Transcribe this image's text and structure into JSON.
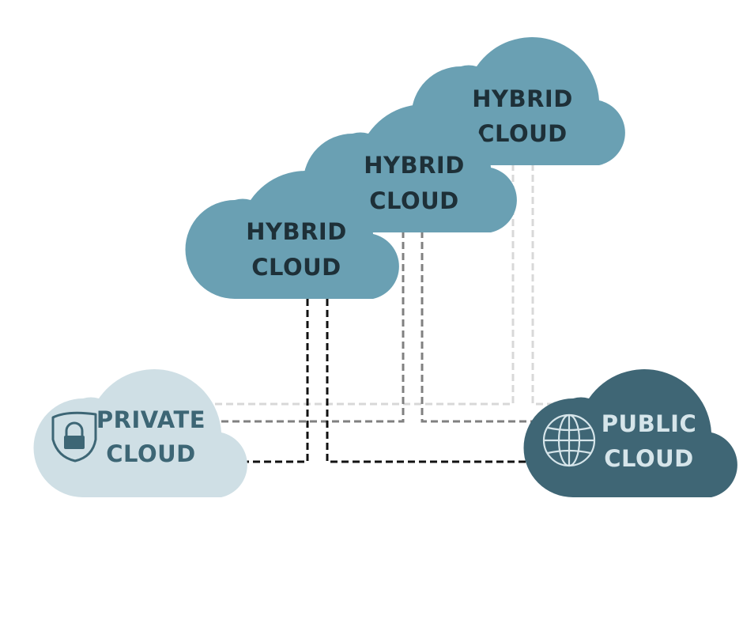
{
  "diagram": {
    "hybrid_clouds": [
      {
        "line1": "HYBRID",
        "line2": "CLOUD"
      },
      {
        "line1": "HYBRID",
        "line2": "CLOUD"
      },
      {
        "line1": "HYBRID",
        "line2": "CLOUD"
      }
    ],
    "private_cloud": {
      "line1": "PRIVATE",
      "line2": "CLOUD",
      "icon": "shield-lock-icon"
    },
    "public_cloud": {
      "line1": "PUBLIC",
      "line2": "CLOUD",
      "icon": "globe-icon"
    },
    "colors": {
      "hybrid_fill": "#6aa0b3",
      "private_fill": "#cfdfe5",
      "public_fill": "#3f6675",
      "connector_front": "#111111",
      "connector_middle": "#808080",
      "connector_back": "#d8d8d8"
    }
  }
}
